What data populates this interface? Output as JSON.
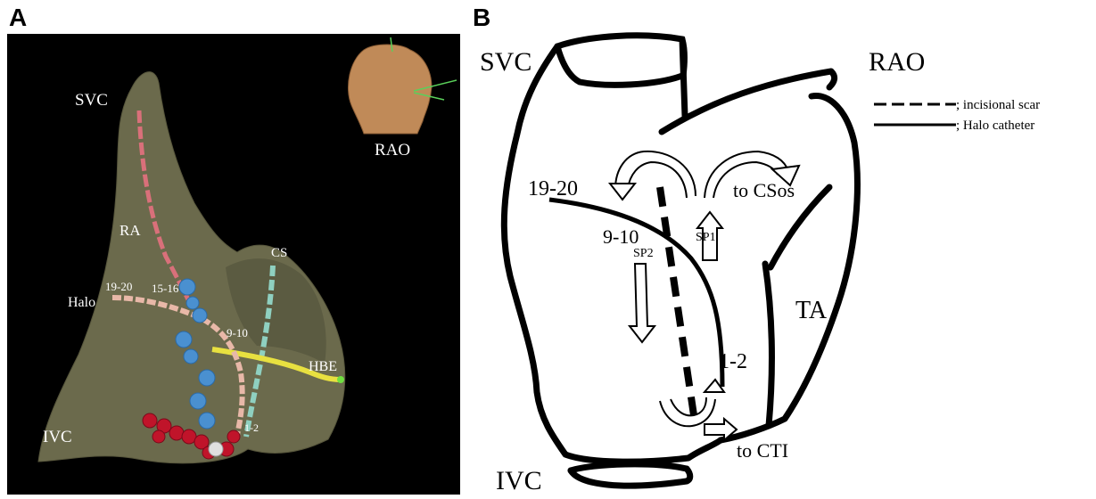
{
  "panel_a": {
    "letter": "A",
    "labels": {
      "svc": "SVC",
      "ra": "RA",
      "ivc": "IVC",
      "cs": "CS",
      "hbe": "HBE",
      "halo": "Halo",
      "e19_20": "19-20",
      "e15_16": "15-16",
      "e9_10": "9-10",
      "e1_2": "1-2",
      "rao": "RAO"
    },
    "colors": {
      "background": "#000000",
      "chamber": "#6b6a4c",
      "ra_catheter": "#d9707a",
      "halo_catheter": "#e8b8a8",
      "cs_catheter": "#8fd0c0",
      "hbe_catheter": "#e8e040",
      "blue_points": "#4a90d0",
      "red_points": "#c0142a",
      "torso": "#c08a58"
    }
  },
  "panel_b": {
    "letter": "B",
    "labels": {
      "svc": "SVC",
      "ivc": "IVC",
      "rao": "RAO",
      "ta": "TA",
      "e19_20": "19-20",
      "e9_10": "9-10",
      "e1_2": "1-2",
      "sp1": "SP1",
      "sp2": "SP2",
      "to_csos": "to CSos",
      "to_cti": "to CTI"
    },
    "legend": {
      "scar": "; incisional scar",
      "halo": "; Halo catheter"
    }
  }
}
